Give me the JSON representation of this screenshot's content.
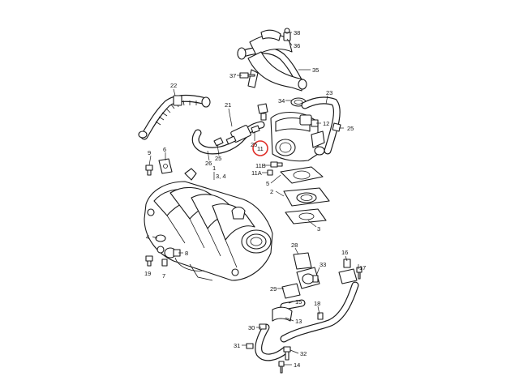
{
  "highlight_color": "#e0302a",
  "labels": {
    "l38": "38",
    "l36": "36",
    "l35": "35",
    "l37": "37",
    "l34": "34",
    "l22": "22",
    "l23": "23",
    "l21": "21",
    "l12": "12",
    "l25a": "25",
    "l25b": "25",
    "l25c": "25",
    "l9": "9",
    "l6": "6",
    "l26": "26",
    "l11": "11",
    "l11B": "11B",
    "l11A": "11A",
    "l1": "1",
    "l34b": "3, 4",
    "l2": "2",
    "l3": "3",
    "l4": "4",
    "l8": "8",
    "l19": "19",
    "l7": "7",
    "l28": "28",
    "l33": "33",
    "l16": "16",
    "l17": "17",
    "l29": "29",
    "l15": "15",
    "l18": "18",
    "l13": "13",
    "l30": "30",
    "l31": "31",
    "l32": "32",
    "l14": "14",
    "l5": "5"
  }
}
